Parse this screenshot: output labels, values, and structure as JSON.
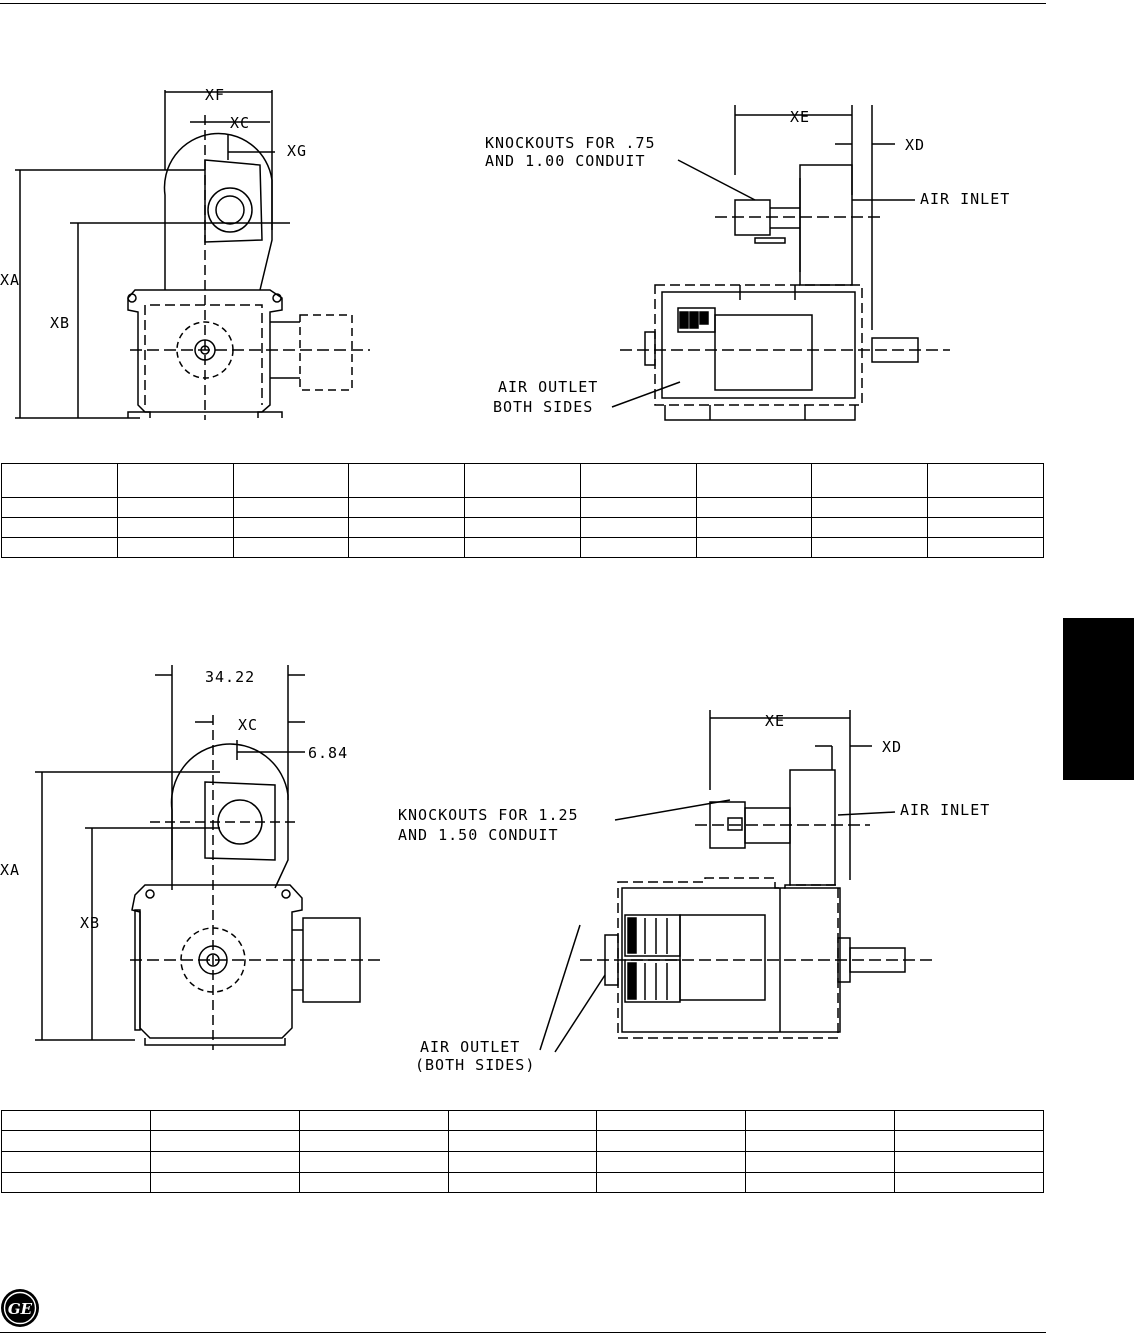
{
  "figure_top": {
    "dimension_labels": [
      "XF",
      "XC",
      "XG",
      "XA",
      "XB",
      "XE",
      "XD"
    ],
    "callouts": {
      "knockouts_line1": "KNOCKOUTS FOR .75",
      "knockouts_line2": "AND 1.00 CONDUIT",
      "air_inlet": "AIR INLET",
      "air_outlet_line1": "AIR OUTLET",
      "air_outlet_line2": "BOTH SIDES"
    }
  },
  "table_top": {
    "columns": 9,
    "rows": 4
  },
  "figure_bottom": {
    "dimension_values": {
      "top_width": "34.22",
      "offset": "6.84"
    },
    "dimension_labels": [
      "XC",
      "XA",
      "XB",
      "XE",
      "XD"
    ],
    "callouts": {
      "knockouts_line1": "KNOCKOUTS FOR 1.25",
      "knockouts_line2": "AND 1.50 CONDUIT",
      "air_inlet": "AIR INLET",
      "air_outlet_line1": "AIR OUTLET",
      "air_outlet_line2": "(BOTH SIDES)"
    }
  },
  "table_bottom": {
    "columns": 7,
    "rows": 4
  },
  "logo": {
    "name": "ge-monogram-logo",
    "text": "GE"
  },
  "colors": {
    "ink": "#000000",
    "paper": "#ffffff"
  }
}
